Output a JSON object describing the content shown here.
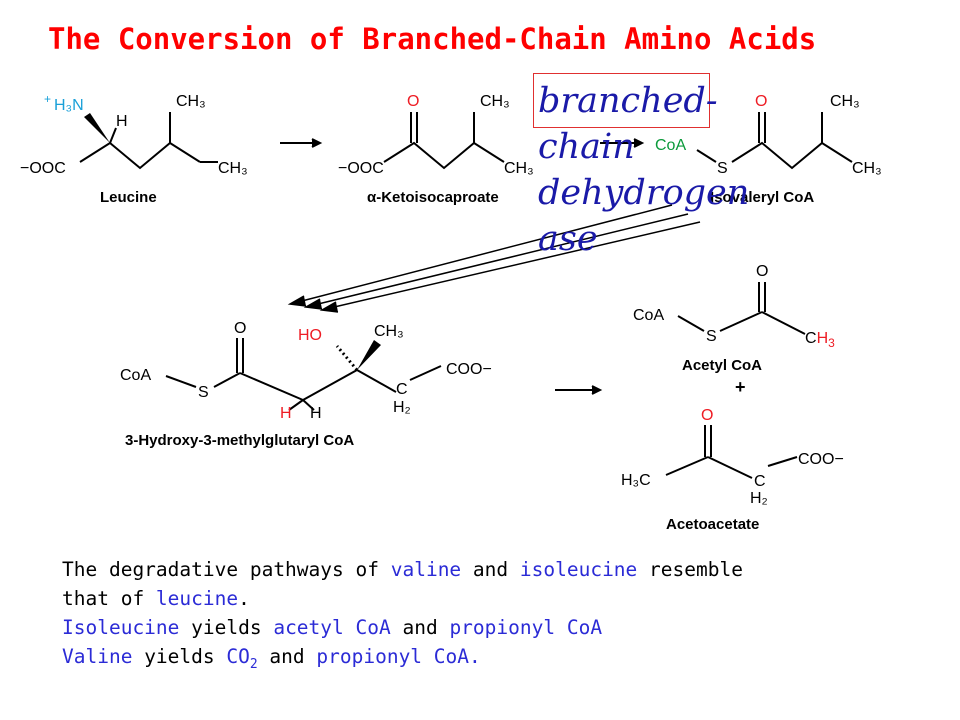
{
  "title": "The Conversion of Branched-Chain Amino Acids",
  "enzyme": {
    "label": "branched-chain dehydrogenase",
    "lines": [
      "branched-",
      "chain",
      "dehydrogen",
      "ase"
    ]
  },
  "atoms": {
    "nh3": "H₃N",
    "h": "H",
    "ch3": "CH₃",
    "coo_neg_left": "−OOC",
    "coo_neg_right": "COO−",
    "o": "O",
    "coa": "CoA",
    "s": "S",
    "ho": "HO",
    "c": "C",
    "h2": "H₂",
    "h3c": "H₃C",
    "plus_charge": "+",
    "plus": "+"
  },
  "compounds": {
    "leucine": "Leucine",
    "ketoisocaproate_alpha": "α",
    "ketoisocaproate": "-Ketoisocaproate",
    "isovaleryl_coa": "Isovaleryl CoA",
    "hmg_coa": "3-Hydroxy-3-methylglutaryl CoA",
    "acetyl_coa": "Acetyl CoA",
    "acetoacetate": "Acetoacetate"
  },
  "caption": {
    "line1": {
      "t1": "The degradative pathways of ",
      "valine": "valine",
      "t2": " and ",
      "isoleucine": "isoleucine",
      "t3": " resemble"
    },
    "line2": {
      "t1": "that of ",
      "leucine": "leucine",
      "t2": "."
    },
    "line3": {
      "isoleucine": "Isoleucine",
      "t1": " yields ",
      "acetyl": "acetyl CoA",
      "t2": " and ",
      "propionyl": "propionyl CoA"
    },
    "line4": {
      "valine": "Valine",
      "t1": " yields ",
      "co": "CO",
      "sub": "2",
      "t2": " and ",
      "propionyl": "propionyl CoA."
    }
  },
  "colors": {
    "title": "#ff0000",
    "enzyme_text": "#1a1aa8",
    "enzyme_box": "#e03030",
    "caption_highlight": "#2b2bd6",
    "atom_red": "#ee1c24",
    "atom_cyan": "#1aa0d8",
    "atom_green": "#0a9a3a"
  }
}
